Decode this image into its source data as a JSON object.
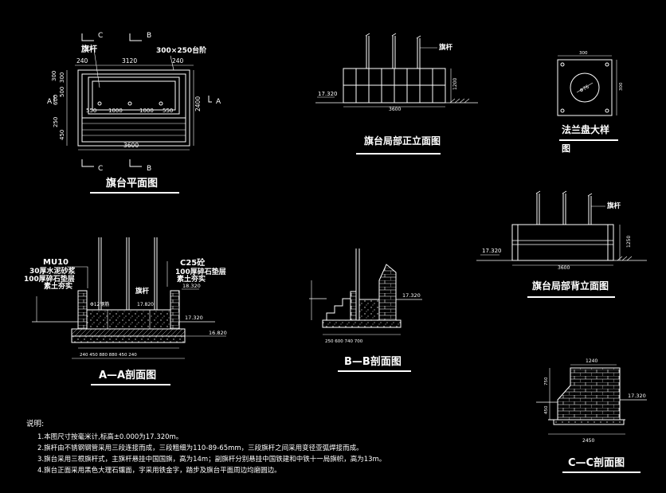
{
  "plan": {
    "title": "旗台平面图",
    "sec_c": "C",
    "sec_b": "B",
    "sec_a": "A",
    "flagpole_label": "旗杆",
    "step_label": "300×250台阶",
    "dim_240_left": "240",
    "dim_3120": "3120",
    "dim_240_right": "240",
    "dim_550_left": "550",
    "dim_1000_a": "1000",
    "dim_1000_b": "1000",
    "dim_550_right": "550",
    "dim_3600": "3600",
    "dim_2400": "2400",
    "dim_300": "300",
    "dim_500": "500",
    "dim_600": "600",
    "dim_300b": "300",
    "dim_250": "250",
    "dim_450": "450"
  },
  "front": {
    "title": "旗台局部正立面图",
    "flagpole_label": "旗杆",
    "elev": "17.320",
    "dim_3600": "3600",
    "dim_h": "1200"
  },
  "flange": {
    "title": "法兰盘大样",
    "title2": "图",
    "dim_w": "300",
    "dim_h": "300",
    "dim_d": "Φ76"
  },
  "back": {
    "title": "旗台局部背立面图",
    "flagpole_label": "旗杆",
    "elev": "17.320",
    "dim_3600": "3600",
    "dim_h": "1250"
  },
  "aa": {
    "title": "A—A剖面图",
    "mu10": "MU10",
    "layer1": "30厚水泥砂浆",
    "layer2": "100厚碎石垫层",
    "layer3": "素土夯实",
    "c25": "C25砼",
    "layer4": "100厚碎石垫层",
    "layer5": "素土夯实",
    "elev_top": "18.320",
    "flagpole_label": "旗杆",
    "rebar": "Φ12钢筋",
    "elev_mid": "17.820",
    "elev_ground": "17.320",
    "elev_bot": "16.820",
    "bottom_dims": "240 450   880   880   450 240"
  },
  "bb": {
    "title": "B—B剖面图",
    "elev": "17.320",
    "dims": "250  600    740   700"
  },
  "cc": {
    "title": "C—C剖面图",
    "dim_top": "1240",
    "dim_bot": "2450",
    "elev": "17.320",
    "dim_h1": "750",
    "dim_h2": "450"
  },
  "notes": {
    "heading": "说明:",
    "line1": "1.本图尺寸按毫米计,标高±0.000为17.320m。",
    "line2": "2.旗杆由不锈钢钢管采用三段连接而成，三段粗细为110-89-65mm，三段旗杆之间采用变径亚弧焊接而成。",
    "line3": "3.旗台采用三根旗杆式，主旗杆悬挂中国国旗，高为14m；副旗杆分别悬挂中国铁建和中铁十一局旗帜，高为13m。",
    "line4": "4.旗台正面采用黑色大理石镶面，字采用铁金字，踏步及旗台平面周边均磨圆边。"
  }
}
